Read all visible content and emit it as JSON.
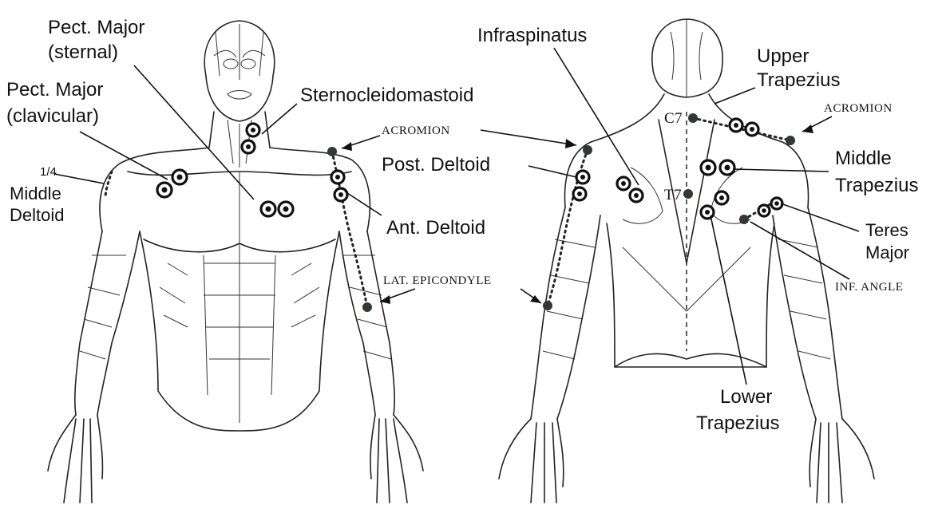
{
  "front_labels": {
    "pect_major_sternal_1": "Pect. Major",
    "pect_major_sternal_2": "(sternal)",
    "pect_major_clav_1": "Pect. Major",
    "pect_major_clav_2": "(clavicular)",
    "sternocleidomastoid": "Sternocleidomastoid",
    "quarter": "1/4",
    "middle_deltoid_1": "Middle",
    "middle_deltoid_2": "Deltoid",
    "ant_deltoid": "Ant. Deltoid",
    "acromion_front": "ACROMION",
    "lat_epicondyle": "LAT. EPICONDYLE"
  },
  "back_labels": {
    "infraspinatus": "Infraspinatus",
    "upper_trap_1": "Upper",
    "upper_trap_2": "Trapezius",
    "acromion_back": "ACROMION",
    "post_deltoid": "Post. Deltoid",
    "middle_trap_1": "Middle",
    "middle_trap_2": "Trapezius",
    "c7_upper": "C7",
    "c7_lower": "T7",
    "teres_1": "Teres",
    "teres_2": "Major",
    "inf_angle": "INF. ANGLE",
    "lower_trap_1": "Lower",
    "lower_trap_2": "Trapezius"
  },
  "colors": {
    "ink": "#111111",
    "landmark": "#2e3a32",
    "background": "#ffffff"
  }
}
